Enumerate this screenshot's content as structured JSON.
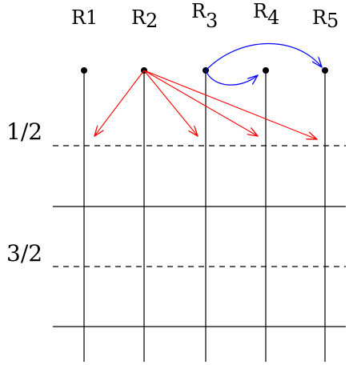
{
  "processes": [
    {
      "letter": "R",
      "index": "1"
    },
    {
      "letter": "R",
      "index": "2"
    },
    {
      "letter": "R",
      "index": "3"
    },
    {
      "letter": "R",
      "index": "4"
    },
    {
      "letter": "R",
      "index": "5"
    }
  ],
  "levels": [
    {
      "label": "1/2"
    },
    {
      "label": "3/2"
    }
  ],
  "red_messages": {
    "from": 1,
    "to": [
      0,
      2,
      3,
      4
    ],
    "color": "#ff0000"
  },
  "blue_messages": {
    "from": 2,
    "to": [
      3,
      4
    ],
    "color": "#0000ff"
  }
}
